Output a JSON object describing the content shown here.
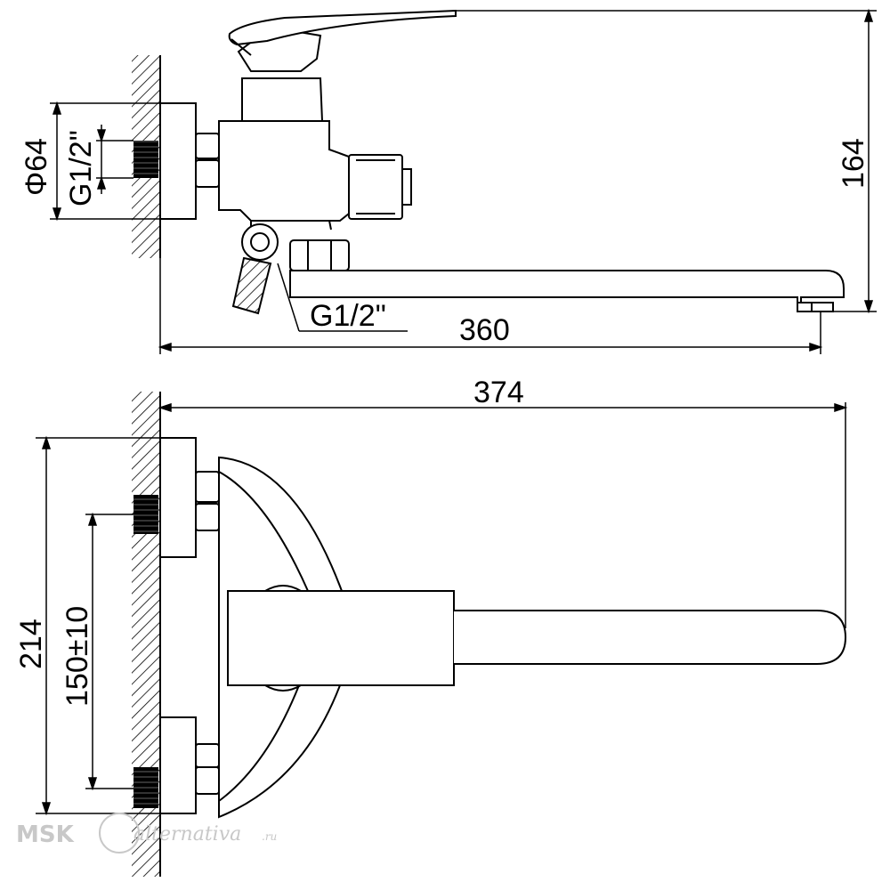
{
  "dimensions": {
    "top_height": "164",
    "top_length": "360",
    "thread_outer": "Φ64",
    "thread_wall": "G1/2\"",
    "thread_outlet": "G1/2\"",
    "bottom_length": "374",
    "bottom_height": "214",
    "eccentric_spacing": "150±10"
  },
  "watermark": {
    "brand": "MSK",
    "site": "alternativa",
    "domain": ".ru"
  }
}
